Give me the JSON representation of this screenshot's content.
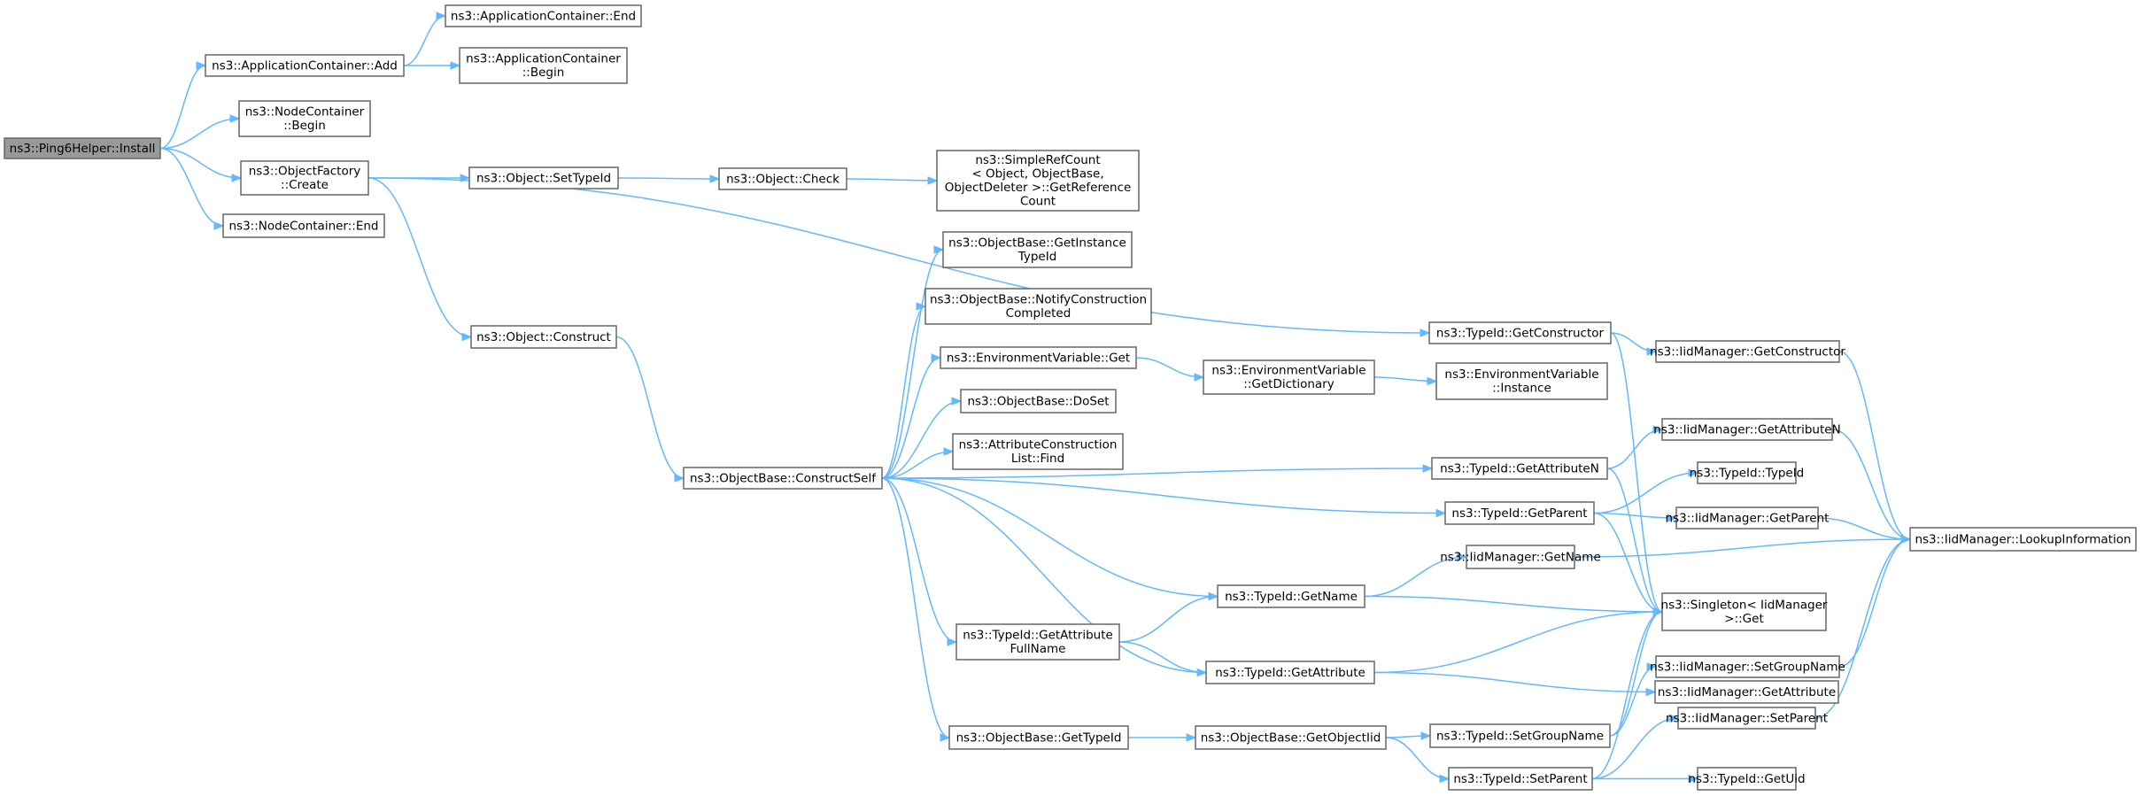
{
  "diagram": {
    "nodes": [
      {
        "id": "ping6",
        "lines": [
          "ns3::Ping6Helper::Install"
        ],
        "root": true
      },
      {
        "id": "appAdd",
        "lines": [
          "ns3::ApplicationContainer::Add"
        ]
      },
      {
        "id": "appEnd",
        "lines": [
          "ns3::ApplicationContainer::End"
        ]
      },
      {
        "id": "appBegin",
        "lines": [
          "ns3::ApplicationContainer",
          "::Begin"
        ]
      },
      {
        "id": "ncBegin",
        "lines": [
          "ns3::NodeContainer",
          "::Begin"
        ]
      },
      {
        "id": "ofCreate",
        "lines": [
          "ns3::ObjectFactory",
          "::Create"
        ]
      },
      {
        "id": "ncEnd",
        "lines": [
          "ns3::NodeContainer::End"
        ]
      },
      {
        "id": "setTypeId",
        "lines": [
          "ns3::Object::SetTypeId"
        ]
      },
      {
        "id": "objCheck",
        "lines": [
          "ns3::Object::Check"
        ]
      },
      {
        "id": "simpleRef",
        "lines": [
          "ns3::SimpleRefCount",
          "< Object, ObjectBase,",
          "ObjectDeleter >::GetReference",
          "Count"
        ]
      },
      {
        "id": "objConstruct",
        "lines": [
          "ns3::Object::Construct"
        ]
      },
      {
        "id": "constructSelf",
        "lines": [
          "ns3::ObjectBase::ConstructSelf"
        ]
      },
      {
        "id": "getInstTypeId",
        "lines": [
          "ns3::ObjectBase::GetInstance",
          "TypeId"
        ]
      },
      {
        "id": "notifyConstr",
        "lines": [
          "ns3::ObjectBase::NotifyConstruction",
          "Completed"
        ]
      },
      {
        "id": "envGet",
        "lines": [
          "ns3::EnvironmentVariable::Get"
        ]
      },
      {
        "id": "envGetDict",
        "lines": [
          "ns3::EnvironmentVariable",
          "::GetDictionary"
        ]
      },
      {
        "id": "envInstance",
        "lines": [
          "ns3::EnvironmentVariable",
          "::Instance"
        ]
      },
      {
        "id": "doSet",
        "lines": [
          "ns3::ObjectBase::DoSet"
        ]
      },
      {
        "id": "attrFind",
        "lines": [
          "ns3::AttributeConstruction",
          "List::Find"
        ]
      },
      {
        "id": "tidGetConstructor",
        "lines": [
          "ns3::TypeId::GetConstructor"
        ]
      },
      {
        "id": "iidGetConstructor",
        "lines": [
          "ns3::IidManager::GetConstructor"
        ]
      },
      {
        "id": "tidGetAttributeN",
        "lines": [
          "ns3::TypeId::GetAttributeN"
        ]
      },
      {
        "id": "iidGetAttributeN",
        "lines": [
          "ns3::IidManager::GetAttributeN"
        ]
      },
      {
        "id": "tidGetParent",
        "lines": [
          "ns3::TypeId::GetParent"
        ]
      },
      {
        "id": "tidTypeId",
        "lines": [
          "ns3::TypeId::TypeId"
        ]
      },
      {
        "id": "iidGetParent",
        "lines": [
          "ns3::IidManager::GetParent"
        ]
      },
      {
        "id": "lookup",
        "lines": [
          "ns3::IidManager::LookupInformation"
        ]
      },
      {
        "id": "iidGetName",
        "lines": [
          "ns3::IidManager::GetName"
        ]
      },
      {
        "id": "tidGetName",
        "lines": [
          "ns3::TypeId::GetName"
        ]
      },
      {
        "id": "singleton",
        "lines": [
          "ns3::Singleton< IidManager",
          ">::Get"
        ]
      },
      {
        "id": "tidGetAttrFullName",
        "lines": [
          "ns3::TypeId::GetAttribute",
          "FullName"
        ]
      },
      {
        "id": "tidGetAttribute",
        "lines": [
          "ns3::TypeId::GetAttribute"
        ]
      },
      {
        "id": "iidGetAttribute",
        "lines": [
          "ns3::IidManager::GetAttribute"
        ]
      },
      {
        "id": "iidSetGroupName",
        "lines": [
          "ns3::IidManager::SetGroupName"
        ]
      },
      {
        "id": "iidSetParent",
        "lines": [
          "ns3::IidManager::SetParent"
        ]
      },
      {
        "id": "getTypeId",
        "lines": [
          "ns3::ObjectBase::GetTypeId"
        ]
      },
      {
        "id": "getObjectIid",
        "lines": [
          "ns3::ObjectBase::GetObjectIid"
        ]
      },
      {
        "id": "tidSetGroupName",
        "lines": [
          "ns3::TypeId::SetGroupName"
        ]
      },
      {
        "id": "tidSetParent",
        "lines": [
          "ns3::TypeId::SetParent"
        ]
      },
      {
        "id": "tidGetUid",
        "lines": [
          "ns3::TypeId::GetUid"
        ]
      }
    ],
    "edges": [
      [
        "ping6",
        "appAdd"
      ],
      [
        "ping6",
        "ncBegin"
      ],
      [
        "ping6",
        "ofCreate"
      ],
      [
        "ping6",
        "ncEnd"
      ],
      [
        "appAdd",
        "appEnd"
      ],
      [
        "appAdd",
        "appBegin"
      ],
      [
        "ofCreate",
        "tidGetConstructor"
      ],
      [
        "ofCreate",
        "setTypeId"
      ],
      [
        "ofCreate",
        "objConstruct"
      ],
      [
        "setTypeId",
        "objCheck"
      ],
      [
        "objCheck",
        "simpleRef"
      ],
      [
        "objConstruct",
        "constructSelf"
      ],
      [
        "constructSelf",
        "getInstTypeId"
      ],
      [
        "constructSelf",
        "notifyConstr"
      ],
      [
        "constructSelf",
        "envGet"
      ],
      [
        "constructSelf",
        "doSet"
      ],
      [
        "constructSelf",
        "attrFind"
      ],
      [
        "constructSelf",
        "tidGetAttributeN"
      ],
      [
        "constructSelf",
        "tidGetParent"
      ],
      [
        "constructSelf",
        "tidGetName"
      ],
      [
        "constructSelf",
        "tidGetAttrFullName"
      ],
      [
        "constructSelf",
        "tidGetAttribute"
      ],
      [
        "constructSelf",
        "getTypeId"
      ],
      [
        "envGet",
        "envGetDict"
      ],
      [
        "envGetDict",
        "envInstance"
      ],
      [
        "tidGetConstructor",
        "iidGetConstructor"
      ],
      [
        "tidGetConstructor",
        "singleton"
      ],
      [
        "iidGetConstructor",
        "lookup"
      ],
      [
        "tidGetAttributeN",
        "iidGetAttributeN"
      ],
      [
        "tidGetAttributeN",
        "singleton"
      ],
      [
        "iidGetAttributeN",
        "lookup"
      ],
      [
        "tidGetParent",
        "tidTypeId"
      ],
      [
        "tidGetParent",
        "iidGetParent"
      ],
      [
        "tidGetParent",
        "singleton"
      ],
      [
        "iidGetParent",
        "lookup"
      ],
      [
        "tidGetName",
        "iidGetName"
      ],
      [
        "tidGetName",
        "singleton"
      ],
      [
        "iidGetName",
        "lookup"
      ],
      [
        "tidGetAttrFullName",
        "tidGetName"
      ],
      [
        "tidGetAttrFullName",
        "tidGetAttribute"
      ],
      [
        "tidGetAttribute",
        "singleton"
      ],
      [
        "tidGetAttribute",
        "iidGetAttribute"
      ],
      [
        "getTypeId",
        "getObjectIid"
      ],
      [
        "getObjectIid",
        "tidSetGroupName"
      ],
      [
        "getObjectIid",
        "tidSetParent"
      ],
      [
        "tidSetGroupName",
        "iidSetGroupName"
      ],
      [
        "tidSetGroupName",
        "singleton"
      ],
      [
        "tidSetParent",
        "iidSetParent"
      ],
      [
        "tidSetParent",
        "tidGetUid"
      ],
      [
        "tidSetParent",
        "singleton"
      ],
      [
        "iidSetGroupName",
        "lookup"
      ],
      [
        "iidSetParent",
        "lookup"
      ]
    ]
  }
}
